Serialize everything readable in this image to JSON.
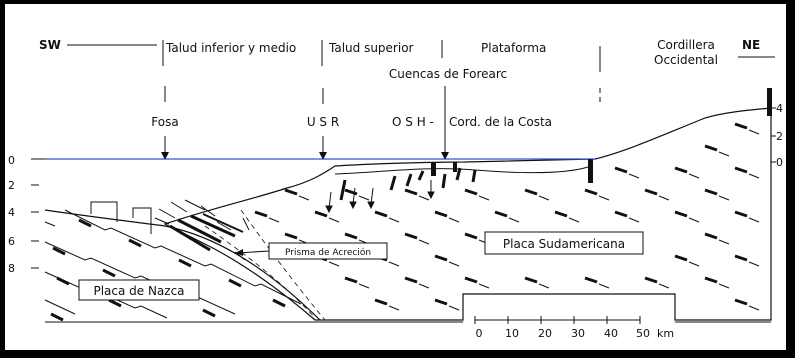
{
  "header": {
    "sw": "SW",
    "ne": "NE",
    "zones": [
      "Talud inferior y medio",
      "Talud superior",
      "Plataforma"
    ],
    "cordillera_line1": "Cordillera",
    "cordillera_line2": "Occidental",
    "cuencas": "Cuencas de Forearc"
  },
  "features": {
    "fosa": "Fosa",
    "usr": "U S R",
    "osh": "O S H -",
    "cord_costa": "Cord. de la Costa"
  },
  "left_depth_ticks": [
    "0",
    "2",
    "4",
    "6",
    "8"
  ],
  "right_height_ticks": [
    "4",
    "2",
    "0"
  ],
  "plates": {
    "nazca": "Placa de Nazca",
    "sudamericana": "Placa Sudamericana",
    "prisma": "Prisma de Acreción"
  },
  "scale": {
    "ticks": [
      "0",
      "10",
      "20",
      "30",
      "40",
      "50"
    ],
    "unit": "km"
  },
  "colors": {
    "sea_level": "#3a4fd6",
    "ink": "#111111"
  }
}
